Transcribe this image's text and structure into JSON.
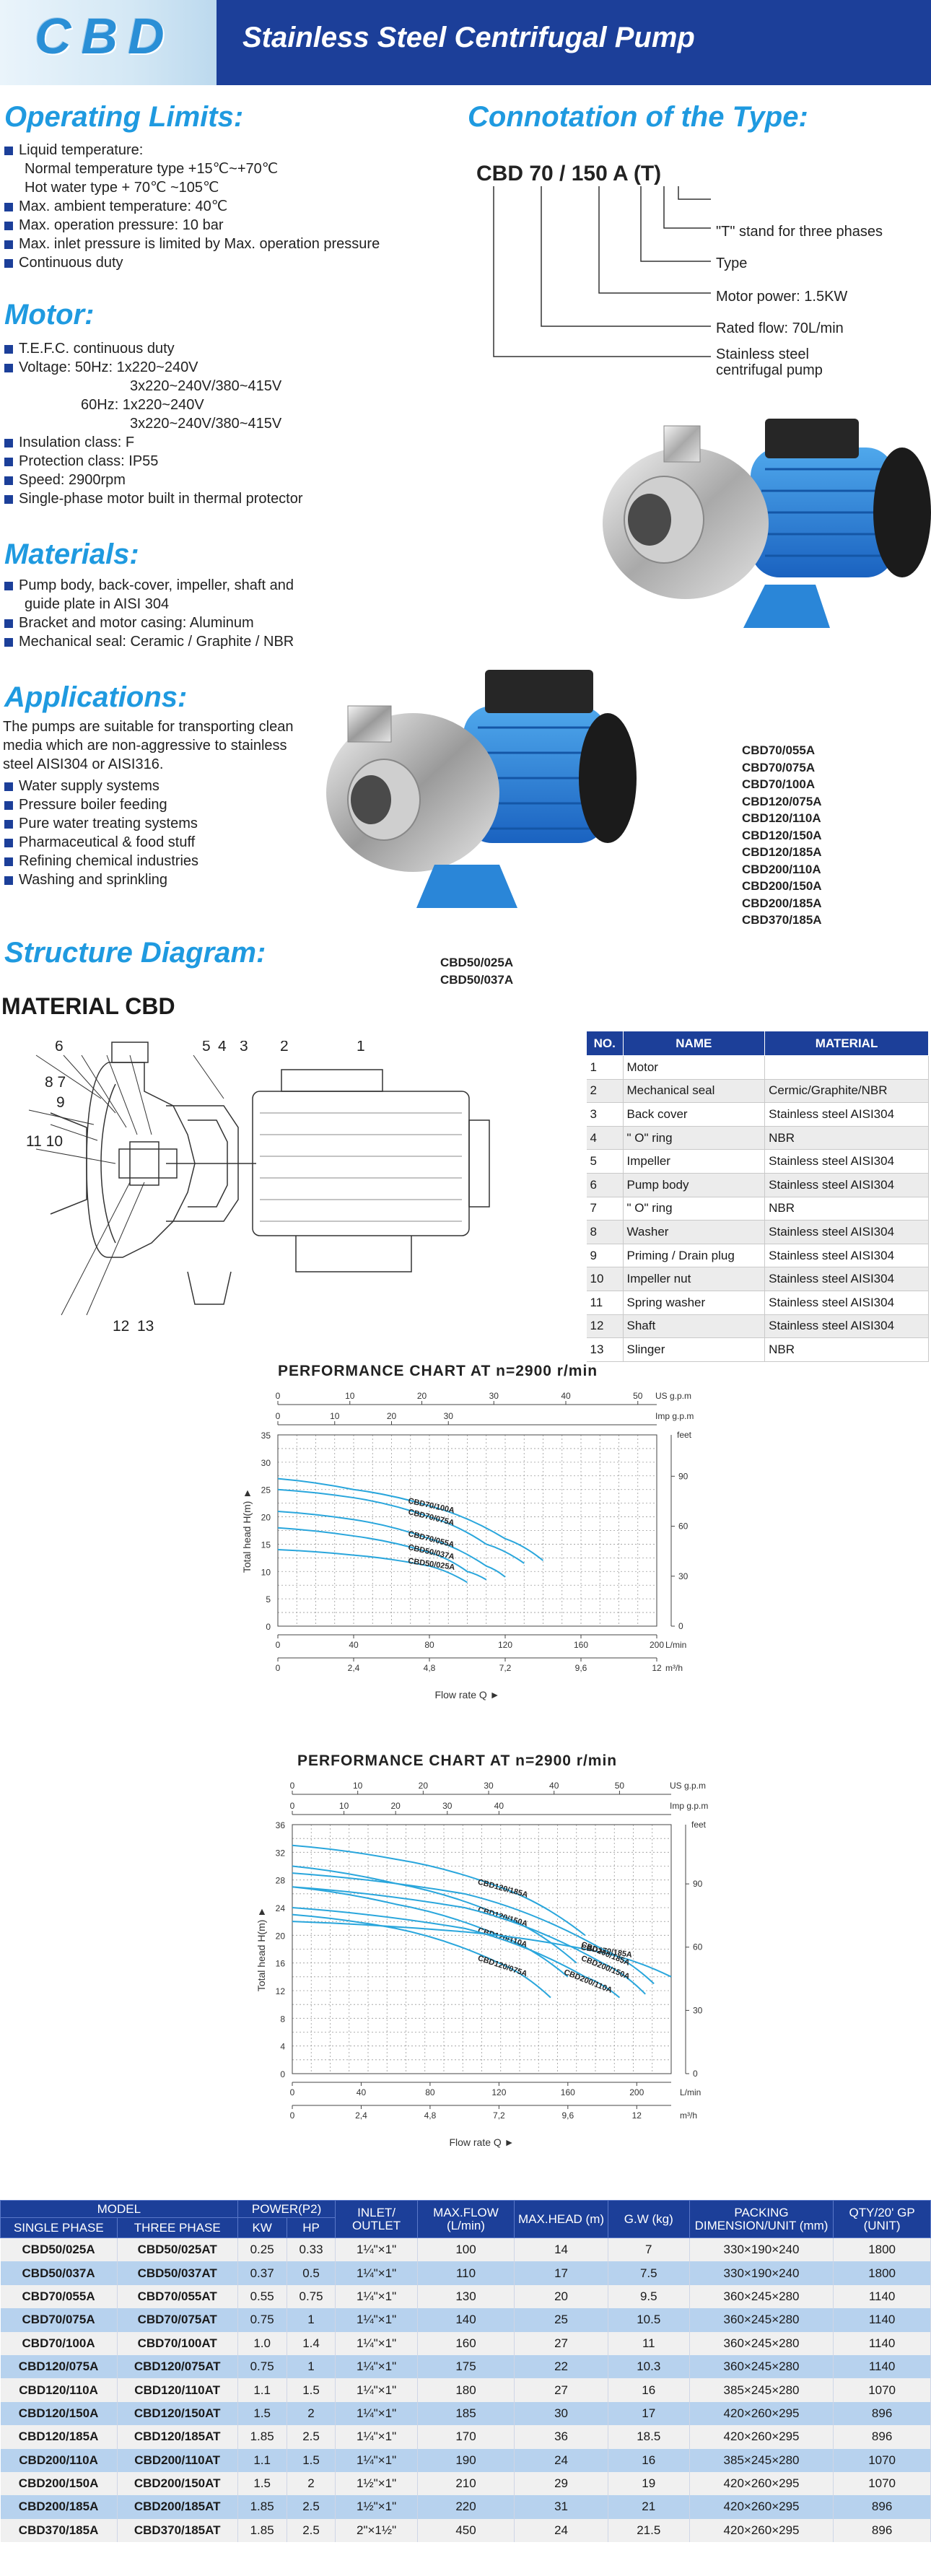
{
  "header": {
    "brand": "CBD",
    "title": "Stainless Steel Centrifugal Pump"
  },
  "operating_limits": {
    "heading": "Operating Limits:",
    "items": [
      "Liquid temperature:",
      "Normal temperature type  +15℃~+70℃",
      "Hot water type + 70℃ ~105℃",
      "Max. ambient temperature: 40℃",
      "Max. operation pressure: 10 bar",
      "Max. inlet pressure is limited by Max. operation pressure",
      "Continuous duty"
    ]
  },
  "motor": {
    "heading": "Motor:",
    "items": [
      "T.E.F.C. continuous duty",
      "Voltage: 50Hz:  1x220~240V",
      "3x220~240V/380~415V",
      "60Hz:  1x220~240V",
      "3x220~240V/380~415V",
      "Insulation class: F",
      "Protection class: IP55",
      "Speed: 2900rpm",
      "Single-phase motor built in thermal protector"
    ]
  },
  "materials": {
    "heading": "Materials:",
    "items": [
      "Pump body, back-cover, impeller, shaft and",
      "guide plate in AISI 304",
      "Bracket and motor casing: Aluminum",
      "Mechanical seal: Ceramic / Graphite / NBR"
    ]
  },
  "applications": {
    "heading": "Applications:",
    "intro": "The pumps are suitable for transporting clean media which are non-aggressive to stainless steel AISI304 or AISI316.",
    "items": [
      "Water supply systems",
      "Pressure boiler feeding",
      "Pure water treating systems",
      "Pharmaceutical & food stuff",
      "Refining chemical industries",
      "Washing and sprinkling"
    ]
  },
  "connotation": {
    "heading": "Connotation of the Type:",
    "code": "CBD 70 / 150 A (T)",
    "notes": [
      "\"T\" stand for three phases",
      "Type",
      "Motor power: 1.5KW",
      "Rated flow: 70L/min",
      "Stainless steel",
      "centrifugal pump"
    ]
  },
  "models_large": [
    "CBD70/055A",
    "CBD70/075A",
    "CBD70/100A",
    "CBD120/075A",
    "CBD120/110A",
    "CBD120/150A",
    "CBD120/185A",
    "CBD200/110A",
    "CBD200/150A",
    "CBD200/185A",
    "CBD370/185A"
  ],
  "models_small": [
    "CBD50/025A",
    "CBD50/037A"
  ],
  "structure": {
    "heading": "Structure Diagram:",
    "subheading": "MATERIAL CBD",
    "callouts": [
      "6",
      "5",
      "4",
      "3",
      "2",
      "1",
      "8 7",
      "9",
      "11 10",
      "12",
      "13"
    ]
  },
  "material_table": {
    "headers": [
      "NO.",
      "NAME",
      "MATERIAL"
    ],
    "rows": [
      [
        "1",
        "Motor",
        ""
      ],
      [
        "2",
        "Mechanical seal",
        "Cermic/Graphite/NBR"
      ],
      [
        "3",
        "Back cover",
        "Stainless steel AISI304"
      ],
      [
        "4",
        "\" O\"  ring",
        "NBR"
      ],
      [
        "5",
        "Impeller",
        "Stainless steel AISI304"
      ],
      [
        "6",
        "Pump body",
        "Stainless steel AISI304"
      ],
      [
        "7",
        "\" O\"  ring",
        "NBR"
      ],
      [
        "8",
        "Washer",
        "Stainless steel AISI304"
      ],
      [
        "9",
        "Priming / Drain plug",
        "Stainless steel AISI304"
      ],
      [
        "10",
        "Impeller nut",
        "Stainless steel AISI304"
      ],
      [
        "11",
        "Spring washer",
        "Stainless steel AISI304"
      ],
      [
        "12",
        "Shaft",
        "Stainless steel AISI304"
      ],
      [
        "13",
        "Slinger",
        "NBR"
      ]
    ]
  },
  "chart_data": [
    {
      "type": "line",
      "title": "PERFORMANCE CHART AT n=2900 r/min",
      "xlabel": "Flow rate  Q ►",
      "ylabel": "Total head H(m) ►",
      "x_unit": "L/min",
      "xlim": [
        0,
        200
      ],
      "ylim": [
        0,
        35
      ],
      "x_ticks": [
        0,
        40,
        80,
        120,
        160,
        200
      ],
      "y_ticks": [
        0,
        5,
        10,
        15,
        20,
        25,
        30,
        35
      ],
      "top_axis_usgpm": {
        "label": "US g.p.m",
        "ticks": [
          0,
          10,
          20,
          30,
          40,
          50
        ]
      },
      "top_axis_impgpm": {
        "label": "Imp g.p.m",
        "ticks": [
          0,
          10,
          20,
          30
        ]
      },
      "bottom_axis_m3h": {
        "label": "m³/h",
        "ticks": [
          "0",
          "2,4",
          "4,8",
          "7,2",
          "9,6",
          "12"
        ]
      },
      "right_axis_feet": {
        "label": "feet",
        "ticks": [
          0,
          30,
          60,
          90
        ]
      },
      "grid": true,
      "series": [
        {
          "name": "CBD70/100A",
          "x": [
            0,
            40,
            80,
            120,
            140
          ],
          "y": [
            27,
            25,
            22,
            16,
            12
          ]
        },
        {
          "name": "CBD70/075A",
          "x": [
            0,
            40,
            80,
            110,
            130
          ],
          "y": [
            25,
            23.5,
            20,
            15,
            11.5
          ]
        },
        {
          "name": "CBD70/055A",
          "x": [
            0,
            40,
            80,
            110,
            120
          ],
          "y": [
            21,
            19.5,
            16,
            11,
            9
          ]
        },
        {
          "name": "CBD50/037A",
          "x": [
            0,
            40,
            80,
            100,
            110
          ],
          "y": [
            18,
            16.5,
            13.5,
            10,
            8.5
          ]
        },
        {
          "name": "CBD50/025A",
          "x": [
            0,
            40,
            80,
            100
          ],
          "y": [
            14,
            13,
            11,
            8
          ]
        }
      ]
    },
    {
      "type": "line",
      "title": "PERFORMANCE CHART AT n=2900 r/min",
      "xlabel": "Flow rate  Q ►",
      "ylabel": "Total head H(m) ►",
      "x_unit": "L/min",
      "xlim": [
        0,
        220
      ],
      "ylim": [
        0,
        36
      ],
      "x_ticks": [
        0,
        40,
        80,
        120,
        160,
        200
      ],
      "y_ticks": [
        0,
        4,
        8,
        12,
        16,
        20,
        24,
        28,
        32,
        36
      ],
      "top_axis_usgpm": {
        "label": "US g.p.m",
        "ticks": [
          0,
          10,
          20,
          30,
          40,
          50
        ]
      },
      "top_axis_impgpm": {
        "label": "Imp g.p.m",
        "ticks": [
          0,
          10,
          20,
          30,
          40
        ]
      },
      "bottom_axis_m3h": {
        "label": "m³/h",
        "ticks": [
          "0",
          "2,4",
          "4,8",
          "7,2",
          "9,6",
          "12"
        ]
      },
      "right_axis_feet": {
        "label": "feet",
        "ticks": [
          0,
          30,
          60,
          90
        ]
      },
      "grid": true,
      "series": [
        {
          "name": "CBD120/185A",
          "x": [
            0,
            60,
            120,
            170
          ],
          "y": [
            33,
            31,
            27,
            20
          ]
        },
        {
          "name": "CBD120/150A",
          "x": [
            0,
            60,
            120,
            165
          ],
          "y": [
            30,
            27.5,
            23,
            16
          ]
        },
        {
          "name": "CBD120/110A",
          "x": [
            0,
            60,
            120,
            160
          ],
          "y": [
            27,
            24.5,
            20,
            14
          ]
        },
        {
          "name": "CBD120/075A",
          "x": [
            0,
            60,
            120,
            150
          ],
          "y": [
            23,
            21,
            16,
            11
          ]
        },
        {
          "name": "CBD370/185A",
          "x": [
            0,
            100,
            180,
            220
          ],
          "y": [
            22,
            20.5,
            17.5,
            14
          ]
        },
        {
          "name": "CBD200/185A",
          "x": [
            0,
            100,
            180,
            210
          ],
          "y": [
            29,
            26,
            18,
            13
          ]
        },
        {
          "name": "CBD200/150A",
          "x": [
            0,
            100,
            180,
            205
          ],
          "y": [
            27,
            24,
            16,
            11.5
          ]
        },
        {
          "name": "CBD200/110A",
          "x": [
            0,
            100,
            170,
            190
          ],
          "y": [
            24,
            21,
            14,
            11
          ]
        }
      ]
    }
  ],
  "spec_table": {
    "group_headers": [
      "MODEL",
      "POWER(P2)",
      "INLET/ OUTLET",
      "MAX.FLOW (L/min)",
      "MAX.HEAD (m)",
      "G.W (kg)",
      "PACKING DIMENSION/UNIT (mm)",
      "QTY/20' GP (UNIT)"
    ],
    "sub_headers": [
      "SINGLE PHASE",
      "THREE PHASE",
      "KW",
      "HP"
    ],
    "rows": [
      [
        "CBD50/025A",
        "CBD50/025AT",
        "0.25",
        "0.33",
        "1¼\"×1\"",
        "100",
        "14",
        "7",
        "330×190×240",
        "1800"
      ],
      [
        "CBD50/037A",
        "CBD50/037AT",
        "0.37",
        "0.5",
        "1¼\"×1\"",
        "110",
        "17",
        "7.5",
        "330×190×240",
        "1800"
      ],
      [
        "CBD70/055A",
        "CBD70/055AT",
        "0.55",
        "0.75",
        "1¼\"×1\"",
        "130",
        "20",
        "9.5",
        "360×245×280",
        "1140"
      ],
      [
        "CBD70/075A",
        "CBD70/075AT",
        "0.75",
        "1",
        "1¼\"×1\"",
        "140",
        "25",
        "10.5",
        "360×245×280",
        "1140"
      ],
      [
        "CBD70/100A",
        "CBD70/100AT",
        "1.0",
        "1.4",
        "1¼\"×1\"",
        "160",
        "27",
        "11",
        "360×245×280",
        "1140"
      ],
      [
        "CBD120/075A",
        "CBD120/075AT",
        "0.75",
        "1",
        "1¼\"×1\"",
        "175",
        "22",
        "10.3",
        "360×245×280",
        "1140"
      ],
      [
        "CBD120/110A",
        "CBD120/110AT",
        "1.1",
        "1.5",
        "1¼\"×1\"",
        "180",
        "27",
        "16",
        "385×245×280",
        "1070"
      ],
      [
        "CBD120/150A",
        "CBD120/150AT",
        "1.5",
        "2",
        "1¼\"×1\"",
        "185",
        "30",
        "17",
        "420×260×295",
        "896"
      ],
      [
        "CBD120/185A",
        "CBD120/185AT",
        "1.85",
        "2.5",
        "1¼\"×1\"",
        "170",
        "36",
        "18.5",
        "420×260×295",
        "896"
      ],
      [
        "CBD200/110A",
        "CBD200/110AT",
        "1.1",
        "1.5",
        "1¼\"×1\"",
        "190",
        "24",
        "16",
        "385×245×280",
        "1070"
      ],
      [
        "CBD200/150A",
        "CBD200/150AT",
        "1.5",
        "2",
        "1½\"×1\"",
        "210",
        "29",
        "19",
        "420×260×295",
        "1070"
      ],
      [
        "CBD200/185A",
        "CBD200/185AT",
        "1.85",
        "2.5",
        "1½\"×1\"",
        "220",
        "31",
        "21",
        "420×260×295",
        "896"
      ],
      [
        "CBD370/185A",
        "CBD370/185AT",
        "1.85",
        "2.5",
        "2\"×1½\"",
        "450",
        "24",
        "21.5",
        "420×260×295",
        "896"
      ]
    ]
  },
  "colors": {
    "navy": "#1c3f99",
    "heading_blue": "#1f9ae0",
    "curve_blue": "#29a6dc",
    "highlight_row": "#b7d2ee"
  }
}
